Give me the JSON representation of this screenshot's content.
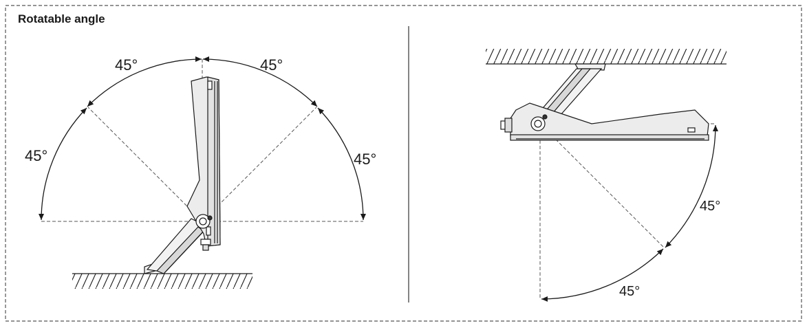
{
  "title": "Rotatable angle",
  "angles": {
    "left_top_left": "45°",
    "left_top_right": "45°",
    "left_side_left": "45°",
    "left_side_right": "45°",
    "right_upper": "45°",
    "right_lower": "45°"
  },
  "colors": {
    "line": "#1a1a1a",
    "dash": "#555555",
    "fill": "#ececec"
  }
}
